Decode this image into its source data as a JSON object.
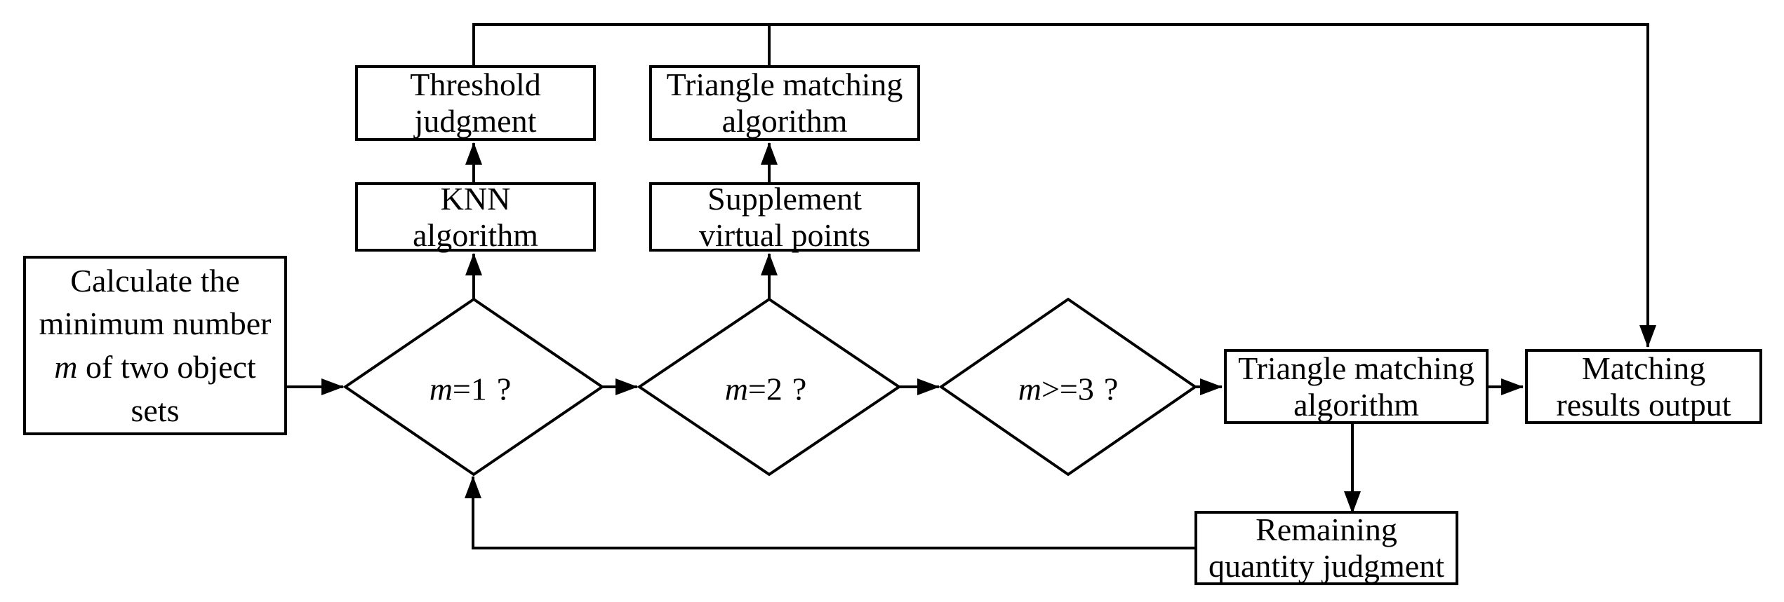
{
  "diagram": {
    "colors": {
      "line": "#000000",
      "background": "#ffffff"
    },
    "boxes": {
      "calc": {
        "pre": "Calculate the\nminimum number\n",
        "var": "m",
        "post": " of two object\nsets"
      },
      "threshold": "Threshold\njudgment",
      "knn": "KNN\nalgorithm",
      "triangle_top": "Triangle matching\nalgorithm",
      "supplement": "Supplement\nvirtual points",
      "triangle_main": "Triangle matching\nalgorithm",
      "output": "Matching\nresults output",
      "remaining": "Remaining\nquantity judgment"
    },
    "decisions": {
      "m1": {
        "var": "m",
        "cond": "=1",
        "q": "?"
      },
      "m2": {
        "var": "m",
        "cond": "=2",
        "q": "?"
      },
      "m3": {
        "var": "m",
        "cond": ">=3",
        "q": "?"
      }
    }
  }
}
